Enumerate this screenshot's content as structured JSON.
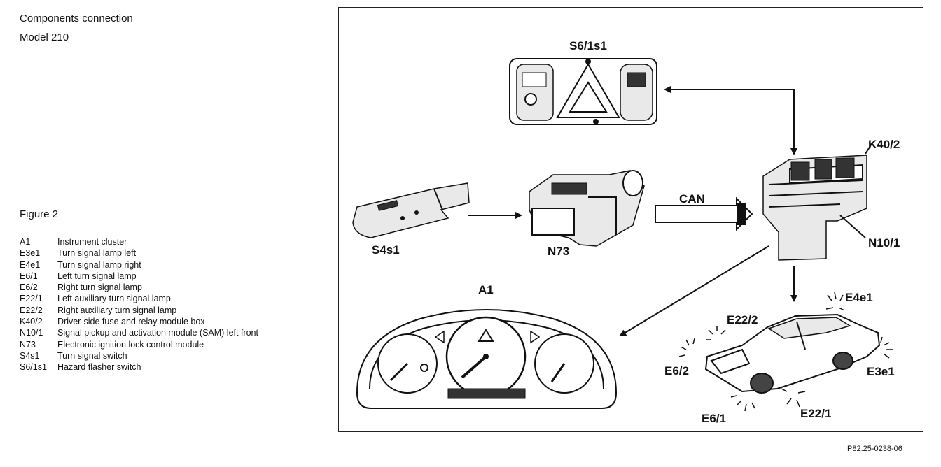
{
  "header": {
    "title": "Components connection",
    "model": "Model 210"
  },
  "figure_label": "Figure 2",
  "legend": [
    {
      "code": "A1",
      "text": "Instrument cluster"
    },
    {
      "code": "E3e1",
      "text": "Turn signal lamp left"
    },
    {
      "code": "E4e1",
      "text": "Turn signal lamp right"
    },
    {
      "code": "E6/1",
      "text": "Left turn signal lamp"
    },
    {
      "code": "E6/2",
      "text": "Right turn signal lamp"
    },
    {
      "code": "E22/1",
      "text": "Left auxiliary turn signal lamp"
    },
    {
      "code": "E22/2",
      "text": "Right auxiliary turn signal lamp"
    },
    {
      "code": "K40/2",
      "text": "Driver-side fuse and relay module box"
    },
    {
      "code": "N10/1",
      "text": "Signal pickup and activation module (SAM) left front"
    },
    {
      "code": "N73",
      "text": "Electronic ignition lock control module"
    },
    {
      "code": "S4s1",
      "text": "Turn signal switch"
    },
    {
      "code": "S6/1s1",
      "text": "Hazard flasher switch"
    }
  ],
  "diagram": {
    "labels": {
      "s6": "S6/1s1",
      "k40": "K40/2",
      "can": "CAN",
      "s4": "S4s1",
      "n73": "N73",
      "n10": "N10/1",
      "a1": "A1",
      "e4e1": "E4e1",
      "e22_2": "E22/2",
      "e6_2": "E6/2",
      "e3e1": "E3e1",
      "e6_1": "E6/1",
      "e22_1": "E22/1"
    }
  },
  "reference_code": "P82.25-0238-06"
}
